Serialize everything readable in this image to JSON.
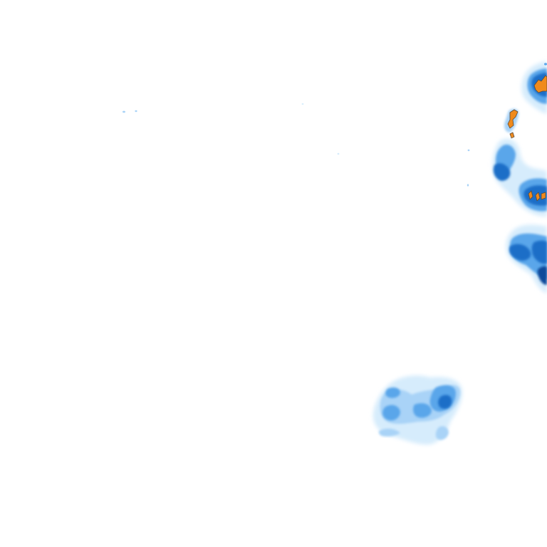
{
  "map": {
    "kind": "precipitation-radar-tile",
    "background": "#ffffff",
    "legend_colors": {
      "very_light": "#d6ecfc",
      "light": "#a9d3f7",
      "moderate": "#5aa6ea",
      "heavy": "#1f6ec7",
      "very_heavy": "#0d4a9a",
      "extreme": "#f08a1c",
      "extreme_outline": "#5a4a3a"
    },
    "echoes": [
      {
        "id": "cell-northeast-core",
        "intensity": "extreme"
      },
      {
        "id": "cell-northeast-small",
        "intensity": "extreme"
      },
      {
        "id": "band-east-middle",
        "intensity": "heavy"
      },
      {
        "id": "cell-east-lower",
        "intensity": "heavy"
      },
      {
        "id": "cluster-south-center",
        "intensity": "moderate"
      },
      {
        "id": "speckle-northwest",
        "intensity": "light"
      }
    ]
  }
}
